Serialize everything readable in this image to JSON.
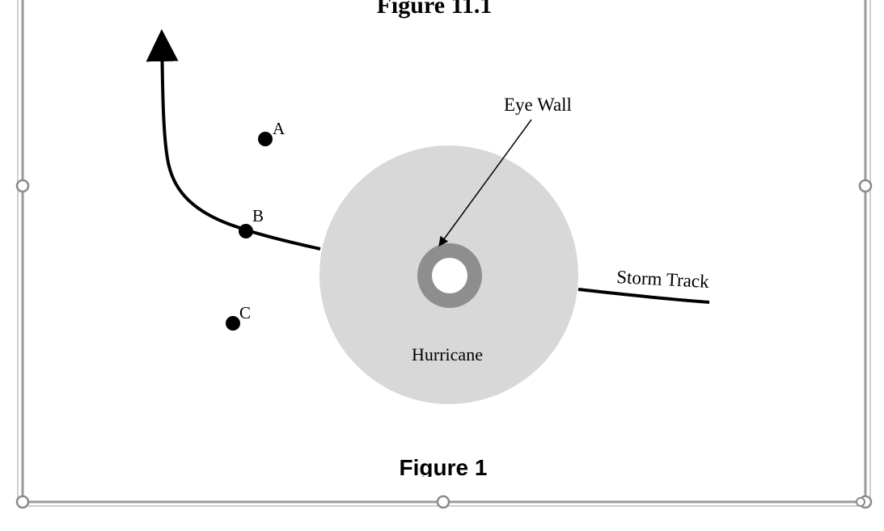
{
  "figure": {
    "top_caption": "Figure 11.1",
    "bottom_caption": "Figure 1"
  },
  "diagram": {
    "points": [
      {
        "label": "A"
      },
      {
        "label": "B"
      },
      {
        "label": "C"
      }
    ],
    "eye_wall_label": "Eye Wall",
    "hurricane_label": "Hurricane",
    "storm_track_label": "Storm Track"
  },
  "colors": {
    "hurricane_fill": "#d8d8d8",
    "eye_wall_ring": "#8e8e8e",
    "eye_center": "#ffffff",
    "track_line": "#000000",
    "frame_border": "#9a9a9a",
    "handle_fill": "#ffffff",
    "handle_stroke": "#8a8a8a"
  },
  "selection_handles": {
    "visible": true,
    "count": 6
  }
}
